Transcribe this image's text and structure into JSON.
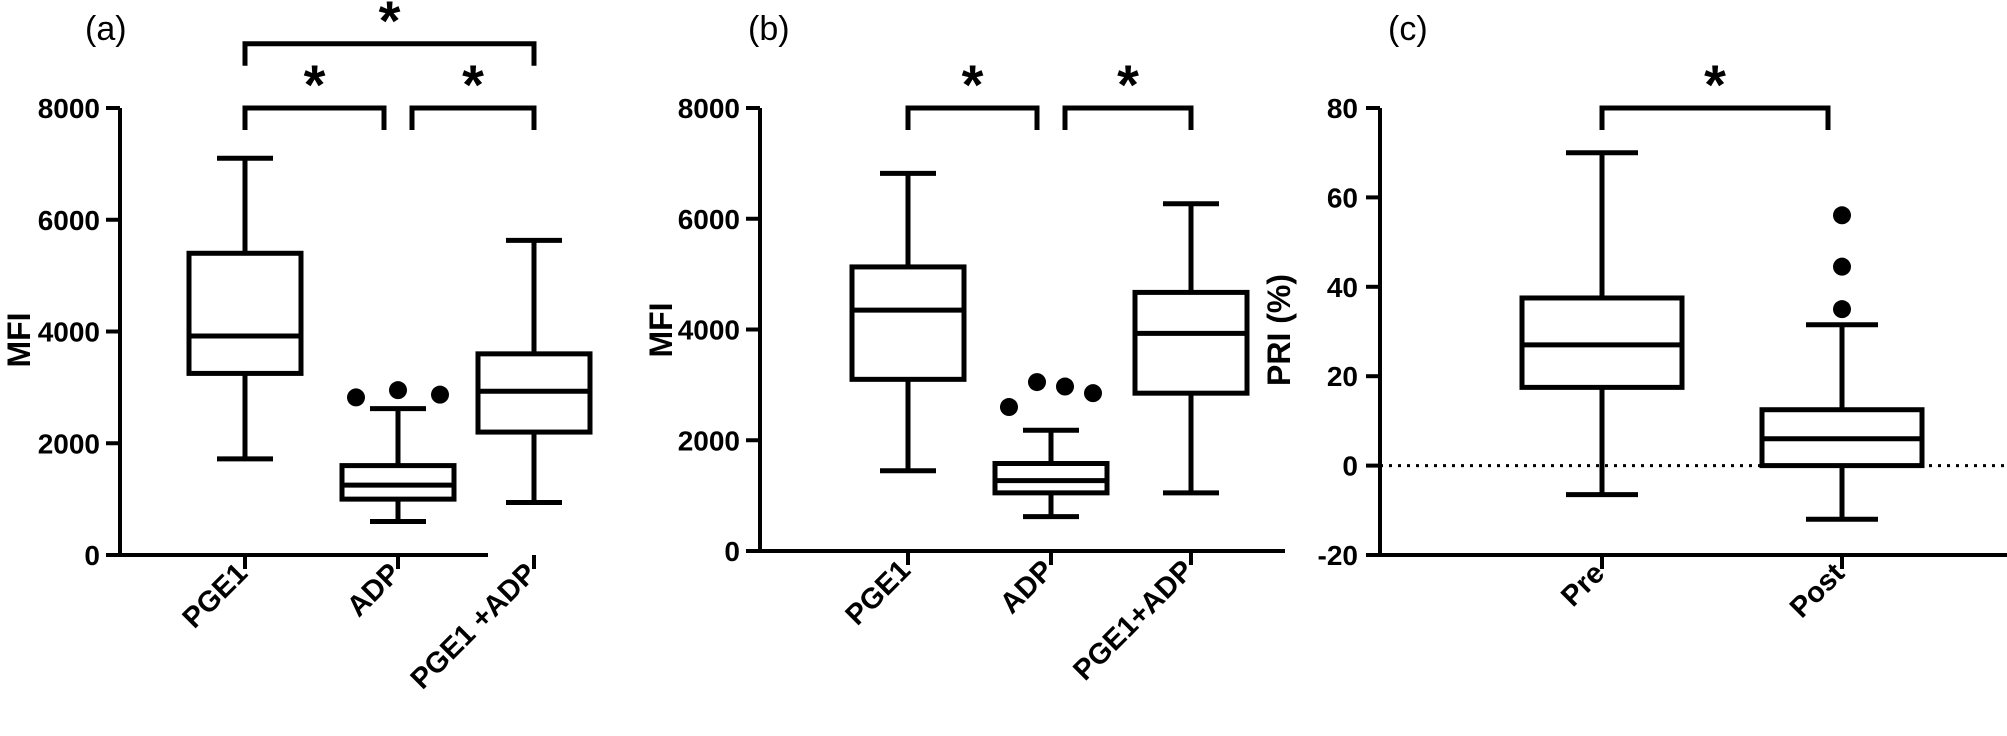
{
  "chart_data": [
    {
      "type": "box",
      "panel_label": "(a)",
      "ylabel": "MFI",
      "ylim": [
        0,
        8000
      ],
      "yticks": [
        0,
        2000,
        4000,
        6000,
        8000
      ],
      "categories": [
        "PGE1",
        "ADP",
        "PGE1 +ADP"
      ],
      "boxes": [
        {
          "min": 1720,
          "q1": 3250,
          "median": 3920,
          "q3": 5400,
          "max": 7100,
          "outliers": []
        },
        {
          "min": 600,
          "q1": 1000,
          "median": 1250,
          "q3": 1600,
          "max": 2620,
          "outliers": [
            2820,
            2950,
            2870
          ]
        },
        {
          "min": 940,
          "q1": 2200,
          "median": 2930,
          "q3": 3600,
          "max": 5630,
          "outliers": []
        }
      ],
      "significance": [
        {
          "from": 0,
          "to": 1,
          "label": "*",
          "y": 8000
        },
        {
          "from": 1,
          "to": 2,
          "label": "*",
          "y": 8000
        },
        {
          "from": 0,
          "to": 2,
          "label": "*",
          "y": 9150
        }
      ],
      "reference_line": null
    },
    {
      "type": "box",
      "panel_label": "(b)",
      "ylabel": "MFI",
      "ylim": [
        0,
        8000
      ],
      "yticks": [
        0,
        2000,
        4000,
        6000,
        8000
      ],
      "categories": [
        "PGE1",
        "ADP",
        "PGE1+ADP"
      ],
      "boxes": [
        {
          "min": 1450,
          "q1": 3100,
          "median": 4350,
          "q3": 5130,
          "max": 6820,
          "outliers": []
        },
        {
          "min": 620,
          "q1": 1050,
          "median": 1270,
          "q3": 1580,
          "max": 2180,
          "outliers": [
            2600,
            3050,
            2970,
            2850
          ]
        },
        {
          "min": 1050,
          "q1": 2850,
          "median": 3930,
          "q3": 4670,
          "max": 6270,
          "outliers": []
        }
      ],
      "significance": [
        {
          "from": 0,
          "to": 1,
          "label": "*",
          "y": 8000
        },
        {
          "from": 1,
          "to": 2,
          "label": "*",
          "y": 8000
        }
      ],
      "reference_line": null
    },
    {
      "type": "box",
      "panel_label": "(c)",
      "ylabel": "PRI (%)",
      "ylim": [
        -20,
        80
      ],
      "yticks": [
        -20,
        0,
        20,
        40,
        60,
        80
      ],
      "categories": [
        "Pre",
        "Post"
      ],
      "boxes": [
        {
          "min": -6.5,
          "q1": 17.5,
          "median": 27,
          "q3": 37.5,
          "max": 70,
          "outliers": []
        },
        {
          "min": -12,
          "q1": 0,
          "median": 6,
          "q3": 12.5,
          "max": 31.5,
          "outliers": [
            35,
            44.5,
            56
          ]
        }
      ],
      "significance": [
        {
          "from": 0,
          "to": 1,
          "label": "*",
          "y": 80
        }
      ],
      "reference_line": {
        "y": 0,
        "style": "dotted"
      }
    }
  ]
}
